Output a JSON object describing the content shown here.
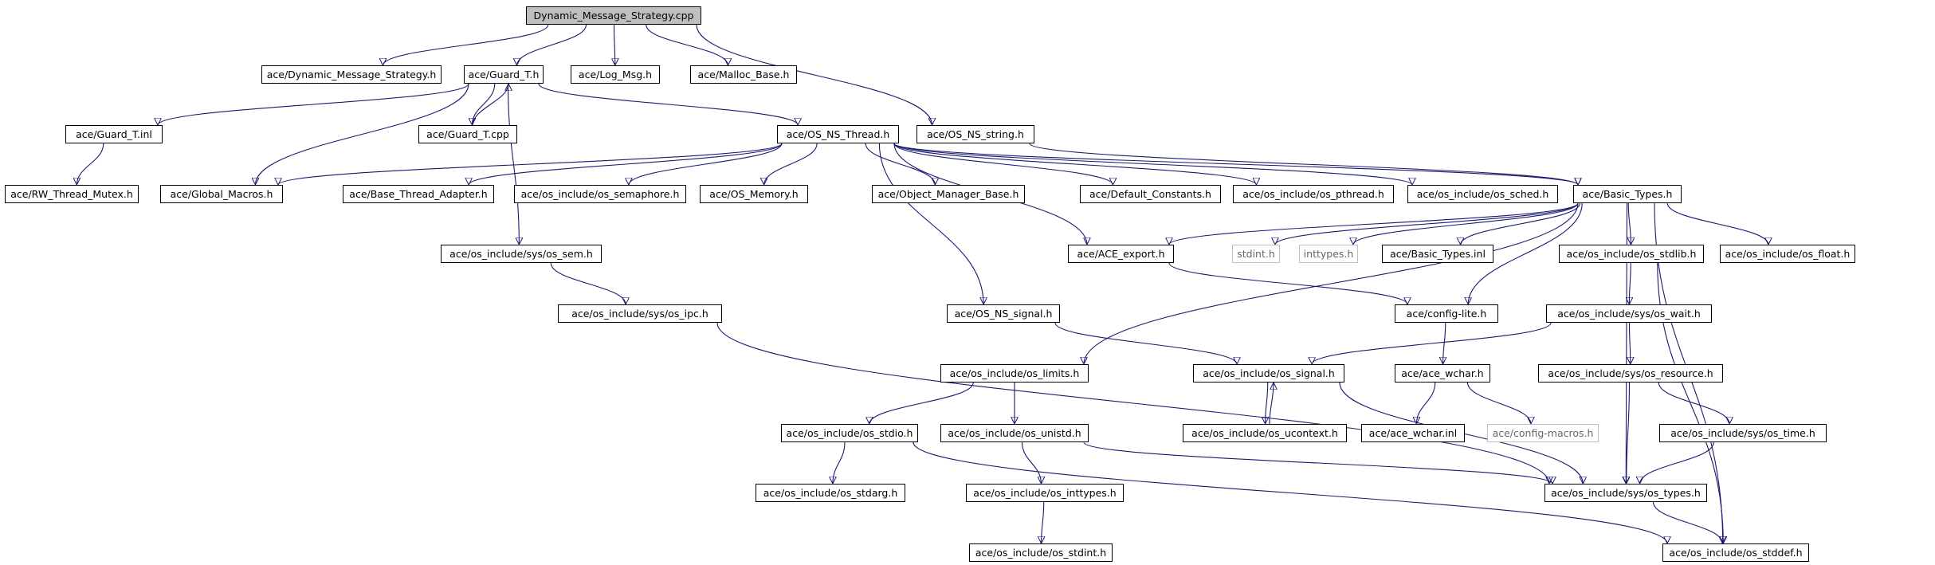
{
  "graph": {
    "edge_color": "#191970",
    "root_fill": "#bfbfbf",
    "nodes": [
      {
        "id": "dms_cpp",
        "label": "Dynamic_Message_Strategy.cpp",
        "kind": "root"
      },
      {
        "id": "dms_h",
        "label": "ace/Dynamic_Message_Strategy.h",
        "kind": "file"
      },
      {
        "id": "guard_h",
        "label": "ace/Guard_T.h",
        "kind": "file"
      },
      {
        "id": "log_msg",
        "label": "ace/Log_Msg.h",
        "kind": "file"
      },
      {
        "id": "malloc_base",
        "label": "ace/Malloc_Base.h",
        "kind": "file"
      },
      {
        "id": "guard_inl",
        "label": "ace/Guard_T.inl",
        "kind": "file"
      },
      {
        "id": "guard_cpp",
        "label": "ace/Guard_T.cpp",
        "kind": "file"
      },
      {
        "id": "os_ns_thread",
        "label": "ace/OS_NS_Thread.h",
        "kind": "file"
      },
      {
        "id": "os_ns_string",
        "label": "ace/OS_NS_string.h",
        "kind": "file"
      },
      {
        "id": "rw_mutex",
        "label": "ace/RW_Thread_Mutex.h",
        "kind": "file"
      },
      {
        "id": "global_macros",
        "label": "ace/Global_Macros.h",
        "kind": "file"
      },
      {
        "id": "base_thread_adapter",
        "label": "ace/Base_Thread_Adapter.h",
        "kind": "file"
      },
      {
        "id": "os_semaphore",
        "label": "ace/os_include/os_semaphore.h",
        "kind": "file"
      },
      {
        "id": "os_memory",
        "label": "ace/OS_Memory.h",
        "kind": "file"
      },
      {
        "id": "object_manager_base",
        "label": "ace/Object_Manager_Base.h",
        "kind": "file"
      },
      {
        "id": "default_constants",
        "label": "ace/Default_Constants.h",
        "kind": "file"
      },
      {
        "id": "os_pthread",
        "label": "ace/os_include/os_pthread.h",
        "kind": "file"
      },
      {
        "id": "os_sched",
        "label": "ace/os_include/os_sched.h",
        "kind": "file"
      },
      {
        "id": "basic_types",
        "label": "ace/Basic_Types.h",
        "kind": "file"
      },
      {
        "id": "os_sem",
        "label": "ace/os_include/sys/os_sem.h",
        "kind": "file"
      },
      {
        "id": "ace_export",
        "label": "ace/ACE_export.h",
        "kind": "file"
      },
      {
        "id": "stdint",
        "label": "stdint.h",
        "kind": "external"
      },
      {
        "id": "inttypes",
        "label": "inttypes.h",
        "kind": "external"
      },
      {
        "id": "basic_types_inl",
        "label": "ace/Basic_Types.inl",
        "kind": "file"
      },
      {
        "id": "os_stdlib",
        "label": "ace/os_include/os_stdlib.h",
        "kind": "file"
      },
      {
        "id": "os_float",
        "label": "ace/os_include/os_float.h",
        "kind": "file"
      },
      {
        "id": "os_ipc",
        "label": "ace/os_include/sys/os_ipc.h",
        "kind": "file"
      },
      {
        "id": "os_ns_signal",
        "label": "ace/OS_NS_signal.h",
        "kind": "file"
      },
      {
        "id": "config_lite",
        "label": "ace/config-lite.h",
        "kind": "file"
      },
      {
        "id": "os_wait",
        "label": "ace/os_include/sys/os_wait.h",
        "kind": "file"
      },
      {
        "id": "os_limits",
        "label": "ace/os_include/os_limits.h",
        "kind": "file"
      },
      {
        "id": "os_signal",
        "label": "ace/os_include/os_signal.h",
        "kind": "file"
      },
      {
        "id": "ace_wchar",
        "label": "ace/ace_wchar.h",
        "kind": "file"
      },
      {
        "id": "os_resource",
        "label": "ace/os_include/sys/os_resource.h",
        "kind": "file"
      },
      {
        "id": "os_stdio",
        "label": "ace/os_include/os_stdio.h",
        "kind": "file"
      },
      {
        "id": "os_unistd",
        "label": "ace/os_include/os_unistd.h",
        "kind": "file"
      },
      {
        "id": "os_ucontext",
        "label": "ace/os_include/os_ucontext.h",
        "kind": "file"
      },
      {
        "id": "ace_wchar_inl",
        "label": "ace/ace_wchar.inl",
        "kind": "file"
      },
      {
        "id": "config_macros",
        "label": "ace/config-macros.h",
        "kind": "external"
      },
      {
        "id": "os_time",
        "label": "ace/os_include/sys/os_time.h",
        "kind": "file"
      },
      {
        "id": "os_stdarg",
        "label": "ace/os_include/os_stdarg.h",
        "kind": "file"
      },
      {
        "id": "os_inttypes",
        "label": "ace/os_include/os_inttypes.h",
        "kind": "file"
      },
      {
        "id": "os_types",
        "label": "ace/os_include/sys/os_types.h",
        "kind": "file"
      },
      {
        "id": "os_stdint",
        "label": "ace/os_include/os_stdint.h",
        "kind": "file"
      },
      {
        "id": "os_stddef",
        "label": "ace/os_include/os_stddef.h",
        "kind": "file"
      }
    ],
    "edges": [
      [
        "dms_cpp",
        "dms_h"
      ],
      [
        "dms_cpp",
        "guard_h"
      ],
      [
        "dms_cpp",
        "log_msg"
      ],
      [
        "dms_cpp",
        "malloc_base"
      ],
      [
        "dms_cpp",
        "os_ns_string"
      ],
      [
        "guard_h",
        "guard_inl"
      ],
      [
        "guard_h",
        "guard_cpp"
      ],
      [
        "guard_h",
        "os_ns_thread"
      ],
      [
        "guard_h",
        "global_macros"
      ],
      [
        "guard_h",
        "os_sem"
      ],
      [
        "guard_cpp",
        "guard_h"
      ],
      [
        "guard_inl",
        "rw_mutex"
      ],
      [
        "os_ns_thread",
        "global_macros"
      ],
      [
        "os_ns_thread",
        "base_thread_adapter"
      ],
      [
        "os_ns_thread",
        "os_semaphore"
      ],
      [
        "os_ns_thread",
        "os_memory"
      ],
      [
        "os_ns_thread",
        "object_manager_base"
      ],
      [
        "os_ns_thread",
        "default_constants"
      ],
      [
        "os_ns_thread",
        "os_pthread"
      ],
      [
        "os_ns_thread",
        "os_sched"
      ],
      [
        "os_ns_thread",
        "basic_types"
      ],
      [
        "os_ns_thread",
        "ace_export"
      ],
      [
        "os_ns_thread",
        "os_ns_signal"
      ],
      [
        "os_ns_string",
        "basic_types"
      ],
      [
        "basic_types",
        "ace_export"
      ],
      [
        "basic_types",
        "stdint"
      ],
      [
        "basic_types",
        "inttypes"
      ],
      [
        "basic_types",
        "basic_types_inl"
      ],
      [
        "basic_types",
        "os_stdlib"
      ],
      [
        "basic_types",
        "os_float"
      ],
      [
        "basic_types",
        "config_lite"
      ],
      [
        "basic_types",
        "os_limits"
      ],
      [
        "basic_types",
        "os_types"
      ],
      [
        "basic_types",
        "os_stddef"
      ],
      [
        "os_sem",
        "os_ipc"
      ],
      [
        "os_ipc",
        "os_types"
      ],
      [
        "ace_export",
        "config_lite"
      ],
      [
        "config_lite",
        "ace_wchar"
      ],
      [
        "os_stdlib",
        "os_wait"
      ],
      [
        "os_stdlib",
        "os_stddef"
      ],
      [
        "os_wait",
        "os_signal"
      ],
      [
        "os_wait",
        "os_resource"
      ],
      [
        "os_ns_signal",
        "os_signal"
      ],
      [
        "os_signal",
        "os_ucontext"
      ],
      [
        "os_signal",
        "os_types"
      ],
      [
        "os_ucontext",
        "os_signal"
      ],
      [
        "ace_wchar",
        "ace_wchar_inl"
      ],
      [
        "ace_wchar",
        "config_macros"
      ],
      [
        "os_resource",
        "os_types"
      ],
      [
        "os_resource",
        "os_time"
      ],
      [
        "os_time",
        "os_types"
      ],
      [
        "os_limits",
        "os_stdio"
      ],
      [
        "os_limits",
        "os_unistd"
      ],
      [
        "os_stdio",
        "os_stdarg"
      ],
      [
        "os_stdio",
        "os_stddef"
      ],
      [
        "os_unistd",
        "os_inttypes"
      ],
      [
        "os_unistd",
        "os_types"
      ],
      [
        "os_inttypes",
        "os_stdint"
      ],
      [
        "os_types",
        "os_stddef"
      ]
    ]
  }
}
